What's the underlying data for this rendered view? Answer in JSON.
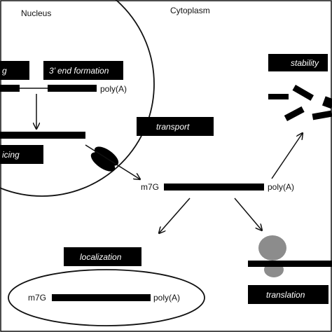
{
  "regions": {
    "nucleus": "Nucleus",
    "cytoplasm": "Cytoplasm"
  },
  "process_labels": {
    "splicing_partial": "g",
    "end_formation": "3’ end formation",
    "splicing_partial_2": "icing",
    "transport": "transport",
    "stability": "stability",
    "localization": "localization",
    "translation": "translation"
  },
  "mrna_labels": {
    "cap_center": "m7G",
    "polya_center": "poly(A)",
    "polya_nucleus": "poly(A)",
    "cap_localized": "m7G",
    "polya_localized": "poly(A)"
  },
  "colors": {
    "ink": "#111111",
    "box_fill": "#000000",
    "ribosome": "#8c8c8c",
    "background": "#ffffff"
  }
}
